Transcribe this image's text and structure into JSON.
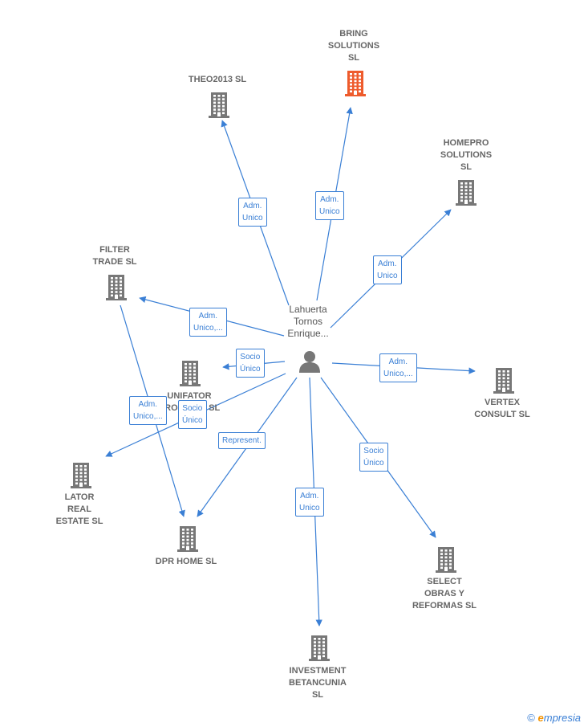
{
  "center": {
    "label": "Lahuerta\nTornos\nEnrique..."
  },
  "companies": [
    {
      "id": "bring",
      "label": "BRING\nSOLUTIONS\nSL",
      "color": "#ee5b2c"
    },
    {
      "id": "theo",
      "label": "THEO2013 SL",
      "color": "#777777"
    },
    {
      "id": "homepro",
      "label": "HOMEPRO\nSOLUTIONS\nSL",
      "color": "#777777"
    },
    {
      "id": "filter",
      "label": "FILTER\nTRADE SL",
      "color": "#777777"
    },
    {
      "id": "unifator",
      "label": "UNIFATOR\nPROJECTS SL",
      "color": "#777777"
    },
    {
      "id": "vertex",
      "label": "VERTEX\nCONSULT SL",
      "color": "#777777"
    },
    {
      "id": "lator",
      "label": "LATOR\nREAL\nESTATE SL",
      "color": "#777777"
    },
    {
      "id": "dpr",
      "label": "DPR HOME SL",
      "color": "#777777"
    },
    {
      "id": "select",
      "label": "SELECT\nOBRAS Y\nREFORMAS SL",
      "color": "#777777"
    },
    {
      "id": "investment",
      "label": "INVESTMENT\nBETANCUNIA\nSL",
      "color": "#777777"
    }
  ],
  "edges": [
    {
      "to": "theo",
      "label": "Adm.\nUnico"
    },
    {
      "to": "bring",
      "label": "Adm.\nUnico"
    },
    {
      "to": "homepro",
      "label": "Adm.\nUnico"
    },
    {
      "to": "filter",
      "label": "Adm.\nUnico,..."
    },
    {
      "to": "unifator",
      "label": "Socio\nÚnico"
    },
    {
      "to": "vertex",
      "label": "Adm.\nUnico,..."
    },
    {
      "to": "lator",
      "label": "Socio\nÚnico"
    },
    {
      "to": "dpr",
      "label": "Represent."
    },
    {
      "to": "select",
      "label": "Socio\nÚnico"
    },
    {
      "to": "investment",
      "label": "Adm.\nUnico"
    },
    {
      "from": "filter",
      "to": "dpr",
      "label": "Adm.\nUnico,..."
    }
  ],
  "footer": {
    "copyright": "©",
    "brand_e": "e",
    "brand_rest": "mpresia"
  },
  "colors": {
    "edge": "#3a7fd5",
    "building": "#777777",
    "highlight": "#ee5b2c"
  }
}
